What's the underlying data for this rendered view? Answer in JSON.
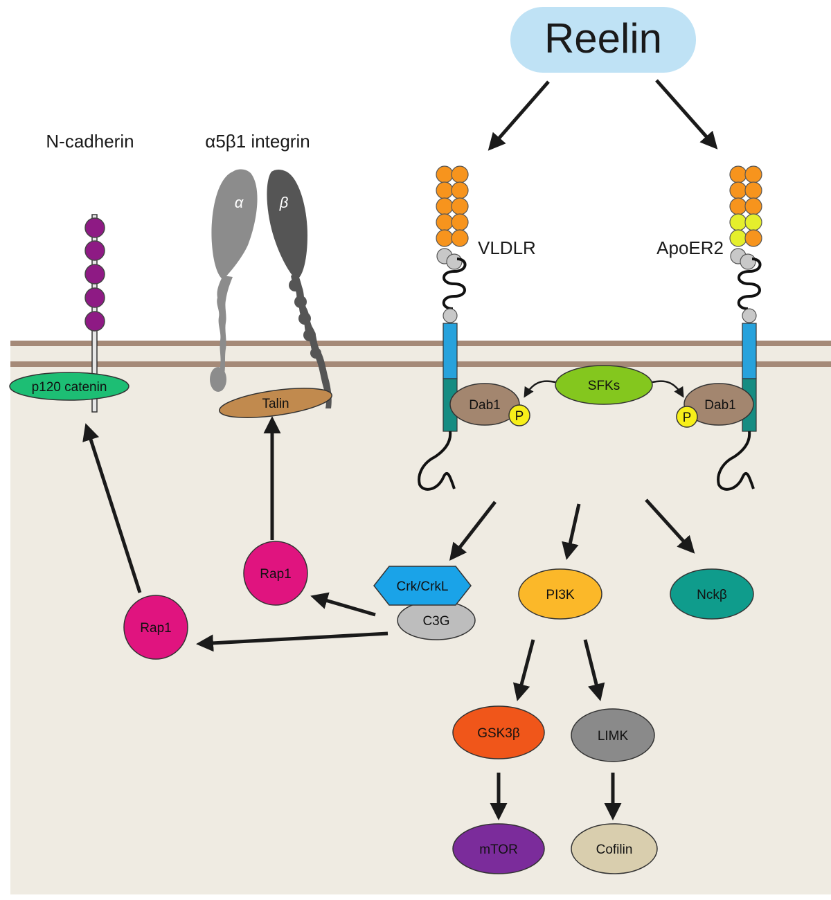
{
  "title": "Reelin",
  "labels": {
    "ncadherin": "N-cadherin",
    "integrin": "α5β1 integrin",
    "alpha": "α",
    "beta": "β",
    "vldlr": "VLDLR",
    "apoer2": "ApoER2"
  },
  "nodes": {
    "p120": "p120 catenin",
    "talin": "Talin",
    "sfks": "SFKs",
    "dab1_left": "Dab1",
    "dab1_right": "Dab1",
    "p_left": "P",
    "p_right": "P",
    "rap1_upper": "Rap1",
    "rap1_lower": "Rap1",
    "crk": "Crk/CrkL",
    "c3g": "C3G",
    "pi3k": "PI3K",
    "nck": "Nckβ",
    "gsk": "GSK3β",
    "limk": "LIMK",
    "mtor": "mTOR",
    "cofilin": "Cofilin"
  },
  "colors": {
    "cytoplasm": "#efebe2",
    "membrane": "#a58a78",
    "reelin": "#bfe2f5",
    "rap1": "#e0147f",
    "p120": "#1dbe74",
    "talin": "#c18a4e",
    "sfks": "#84c71e",
    "dab1": "#a3866f",
    "phospho": "#f7ef1a",
    "crk": "#1aa3e8",
    "c3g": "#bdbdbd",
    "pi3k": "#fbb829",
    "nck": "#0f9c8c",
    "gsk": "#f0561a",
    "limk": "#8a8a8a",
    "mtor": "#7b2c9b",
    "cofilin": "#d9ceae",
    "orange_domain": "#f7941d",
    "yellow_domain": "#e5ef2c",
    "purple_domain": "#8e1a84",
    "receptor_blue": "#27a2dc",
    "receptor_teal": "#168c82"
  }
}
